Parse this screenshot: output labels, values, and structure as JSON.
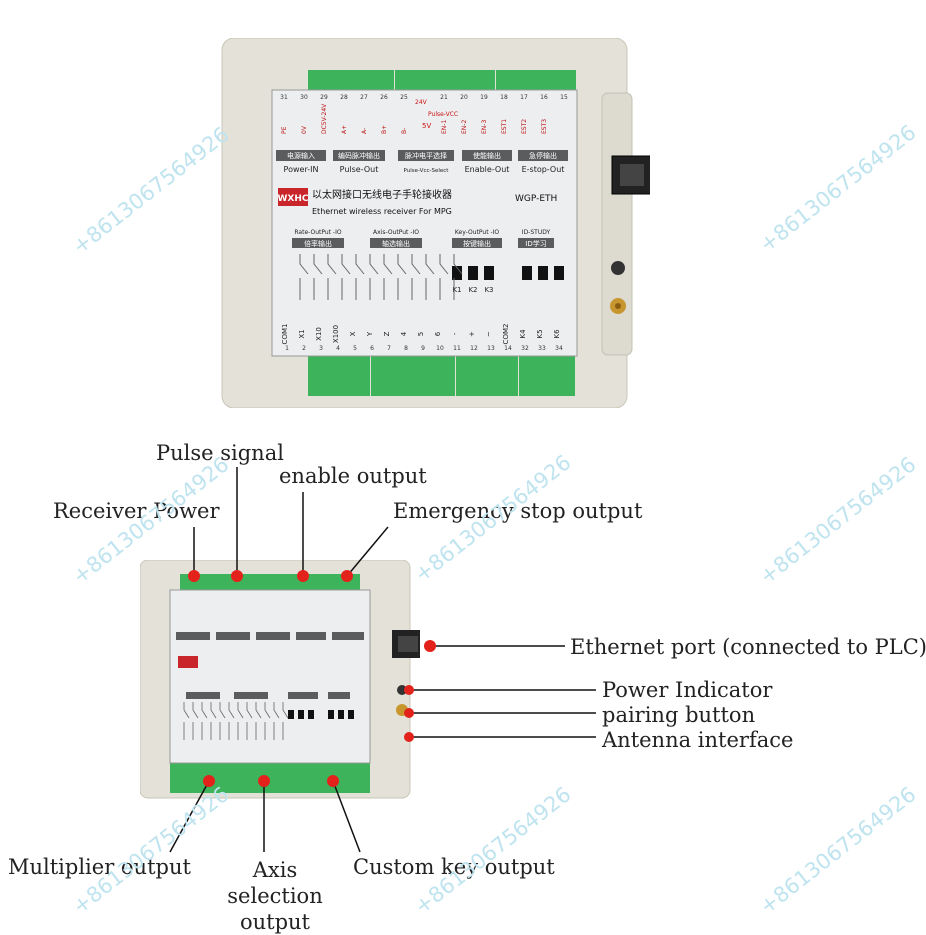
{
  "colors": {
    "panel_bg": "#e9ecef",
    "case": "#e6e4da",
    "terminal_green": "#3cb65a",
    "marker_red": "#e3221b",
    "label_box": "#595b5d",
    "watermark": "#bfe4ef"
  },
  "top_device": {
    "top_pins": [
      "31",
      "30",
      "29",
      "28",
      "27",
      "26",
      "25",
      "",
      "21",
      "20",
      "19",
      "18",
      "17",
      "16",
      "15"
    ],
    "top_vertical": [
      "PE",
      "0V",
      "DC5V-24V",
      "A+",
      "A-",
      "B+",
      "B-",
      "EN-1",
      "EN-2",
      "EN-3",
      "EST1",
      "EST2",
      "EST3"
    ],
    "pulse_vcc_options": [
      "24V",
      "Pulse-VCC",
      "5V"
    ],
    "top_sections": [
      {
        "cn": "电源输入",
        "en": "Power-IN"
      },
      {
        "cn": "编码脉冲输出",
        "en": "Pulse-Out"
      },
      {
        "cn": "脉冲电平选择",
        "en": "Pulse-Vcc-Select"
      },
      {
        "cn": "使能输出",
        "en": "Enable-Out"
      },
      {
        "cn": "急停输出",
        "en": "E-stop-Out"
      }
    ],
    "logo": "WXHC",
    "title_cn": "以太网接口无线电子手轮接收器",
    "title_en": "Ethernet wireless receiver For MPG",
    "model": "WGP-ETH",
    "bottom_sections": [
      {
        "en": "Rate-OutPut -IO",
        "cn": "倍率输出"
      },
      {
        "en": "Axis-OutPut -IO",
        "cn": "轴选输出"
      },
      {
        "en": "Key-OutPut -IO",
        "cn": "按键输出"
      },
      {
        "en": "ID-STUDY",
        "cn": "ID学习"
      }
    ],
    "bottom_labels": [
      "COM1",
      "X1",
      "X10",
      "X100",
      "X",
      "Y",
      "Z",
      "4",
      "5",
      "6",
      "-",
      "+",
      "~",
      "COM2",
      "K4",
      "K5",
      "K6"
    ],
    "relay_keys": [
      "K1",
      "K2",
      "K3"
    ],
    "bottom_pins": [
      "1",
      "2",
      "3",
      "4",
      "5",
      "6",
      "7",
      "8",
      "9",
      "10",
      "11",
      "12",
      "13",
      "14",
      "32",
      "33",
      "34"
    ]
  },
  "callouts": {
    "receiver_power": "Receiver Power",
    "pulse_signal": "Pulse signal",
    "enable_output": "enable output",
    "emergency_stop_output": "Emergency stop output",
    "ethernet_port": "Ethernet port (connected to PLC)",
    "power_indicator": "Power Indicator",
    "pairing_button": "pairing button",
    "antenna_interface": "Antenna interface",
    "multiplier_output": "Multiplier output",
    "axis_selection_output": "Axis selection output",
    "custom_key_output": "Custom key output"
  },
  "watermark": "+8613067564926"
}
